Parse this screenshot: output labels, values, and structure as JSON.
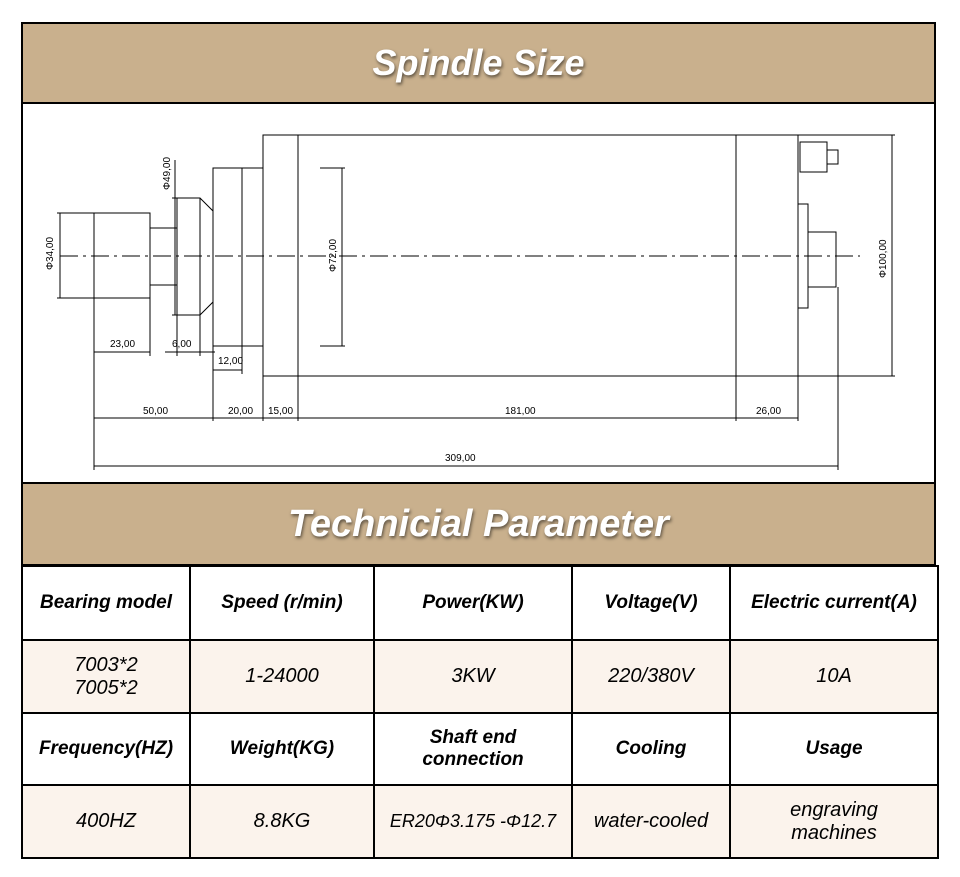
{
  "spindle_section": {
    "title": "Spindle Size",
    "dimensions": {
      "diameter_34": "Φ34,00",
      "diameter_49": "Φ49,00",
      "diameter_72": "Φ72,00",
      "diameter_100": "Φ100,00",
      "len_23": "23,00",
      "len_6": "6,00",
      "len_12": "12,00",
      "len_50": "50,00",
      "len_20": "20,00",
      "len_15": "15,00",
      "len_181": "181,00",
      "len_26": "26,00",
      "len_309": "309,00"
    }
  },
  "parameter_section": {
    "title": "Technicial Parameter",
    "row1_headers": [
      "Bearing model",
      "Speed (r/min)",
      "Power(KW)",
      "Voltage(V)",
      "Electric current(A)"
    ],
    "row1_values": [
      "7003*2\n7005*2",
      "1-24000",
      "3KW",
      "220/380V",
      "10A"
    ],
    "row2_headers": [
      "Frequency(HZ)",
      "Weight(KG)",
      "Shaft end\nconnection",
      "Cooling",
      "Usage"
    ],
    "row2_values": [
      "400HZ",
      "8.8KG",
      "ER20Φ3.175 -Φ12.7",
      "water-cooled",
      "engraving\nmachines"
    ]
  },
  "colors": {
    "banner": "#c9b08d",
    "value_row": "#fbf3ec"
  }
}
